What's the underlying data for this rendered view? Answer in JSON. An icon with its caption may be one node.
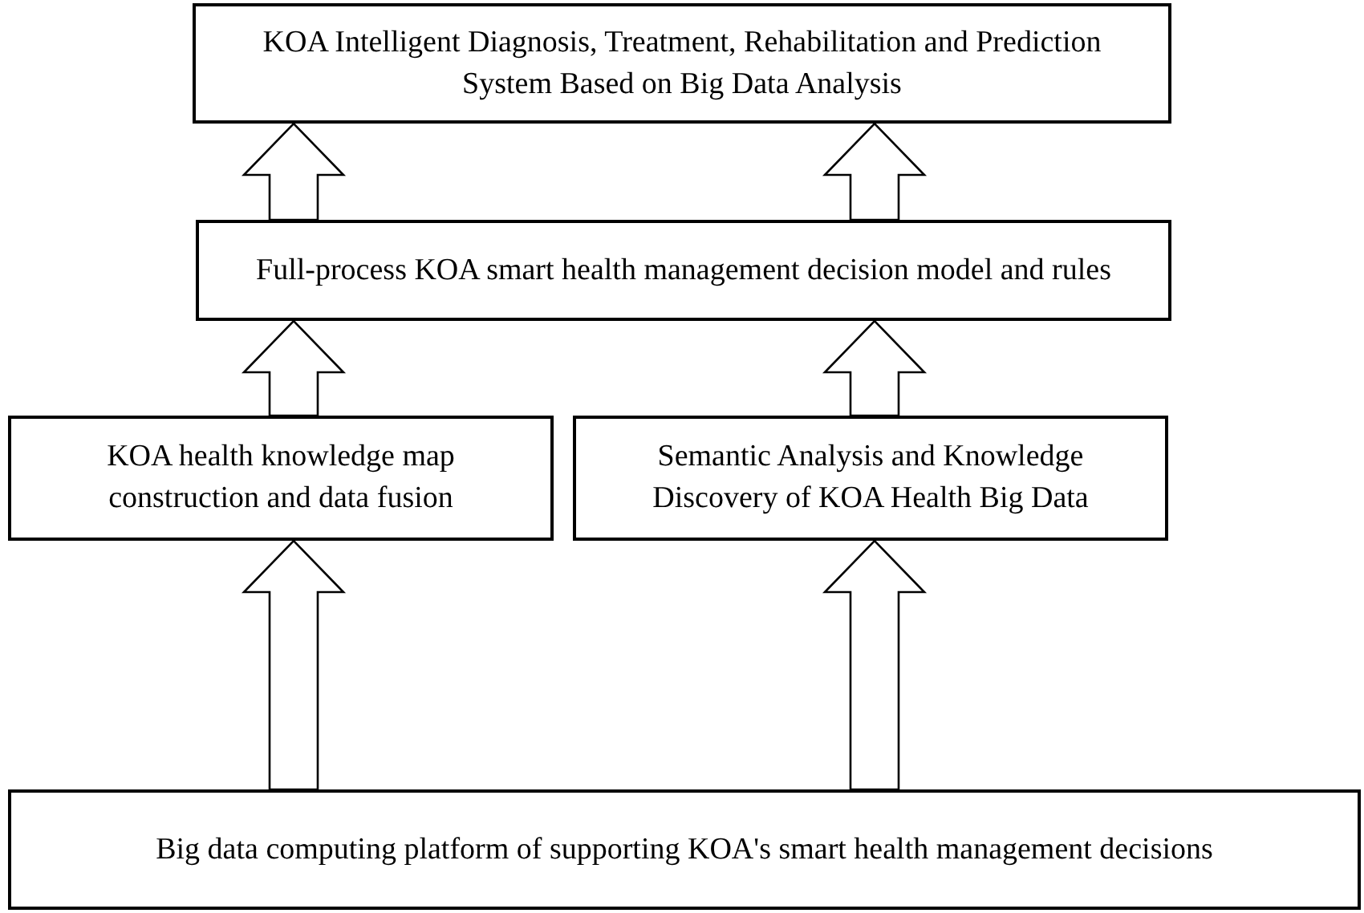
{
  "diagram": {
    "nodes": [
      {
        "text": [
          "KOA Intelligent Diagnosis, Treatment, Rehabilitation and Prediction System Based on Big Data Analysis"
        ]
      },
      {
        "text": [
          "Full-process KOA smart health management decision model and rules"
        ]
      },
      {
        "text": [
          "KOA health knowledge map construction and data fusion"
        ]
      },
      {
        "text": [
          "Semantic Analysis and Knowledge Discovery of KOA Health Big Data"
        ]
      },
      {
        "text": [
          "Big data computing platform of supporting KOA's smart health management decisions"
        ]
      }
    ],
    "edges": [
      {
        "from": 1,
        "to": 0,
        "arrow": "to"
      },
      {
        "from": 1,
        "to": 0,
        "arrow": "to"
      },
      {
        "from": 2,
        "to": 1,
        "arrow": "to"
      },
      {
        "from": 3,
        "to": 1,
        "arrow": "to"
      },
      {
        "from": 4,
        "to": 2,
        "arrow": "to"
      },
      {
        "from": 4,
        "to": 3,
        "arrow": "to"
      }
    ]
  }
}
